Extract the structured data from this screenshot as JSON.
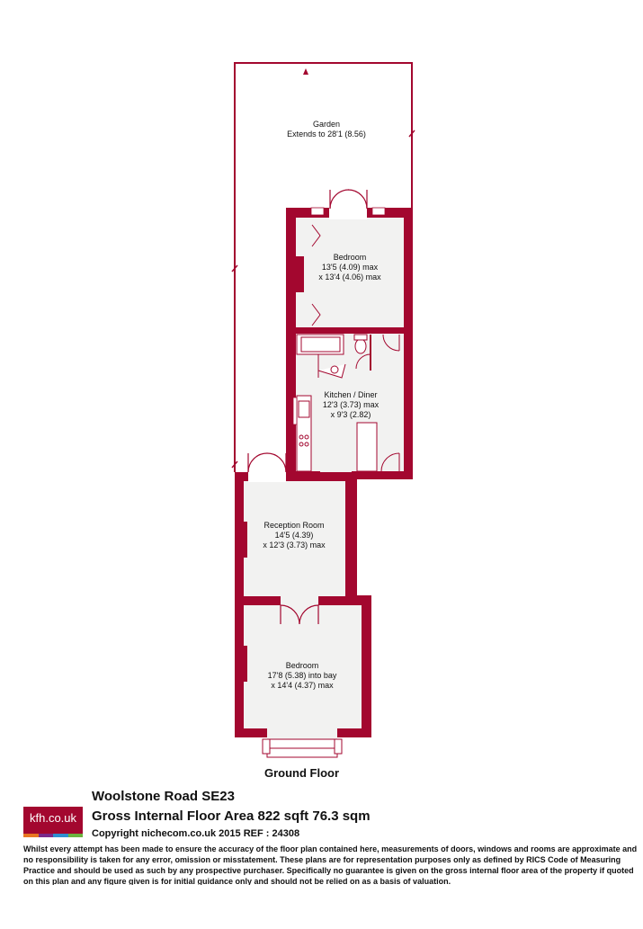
{
  "plan": {
    "rooms": [
      {
        "name": "Garden",
        "dims": [
          "Extends to 28'1 (8.56)"
        ]
      },
      {
        "name": "Bedroom",
        "dims": [
          "13'5 (4.09) max",
          "x 13'4 (4.06) max"
        ]
      },
      {
        "name": "Kitchen / Diner",
        "dims": [
          "12'3 (3.73) max",
          "x 9'3 (2.82)"
        ]
      },
      {
        "name": "Reception Room",
        "dims": [
          "14'5 (4.39)",
          "x 12'3 (3.73) max"
        ]
      },
      {
        "name": "Bedroom",
        "dims": [
          "17'8 (5.38) into bay",
          "x 14'4 (4.37) max"
        ]
      }
    ],
    "floor_caption": "Ground Floor",
    "wall_color": "#a3072f",
    "floor_color": "#f2f2f1"
  },
  "footer": {
    "logo_text": "kfh.co.uk",
    "logo_stripe_colors": [
      "#e87722",
      "#7a2a8a",
      "#2e8fcf",
      "#6cb33f"
    ],
    "title": "Woolstone Road SE23",
    "subtitle": "Gross Internal Floor Area 822 sqft 76.3 sqm",
    "copyright": "Copyright nichecom.co.uk 2015 REF : 24308",
    "disclaimer": "Whilst every attempt has been made to ensure the accuracy of the floor plan contained here, measurements of doors, windows and rooms are approximate and no responsibility is taken for any error, omission or misstatement.  These plans are for representation purposes only as defined by RICS Code of Measuring Practice and should be used as such by any prospective purchaser.  Specifically no guarantee is given on the gross internal floor area of the property if quoted on this plan and any figure given is for initial guidance only and should not be relied on as a basis of valuation."
  }
}
